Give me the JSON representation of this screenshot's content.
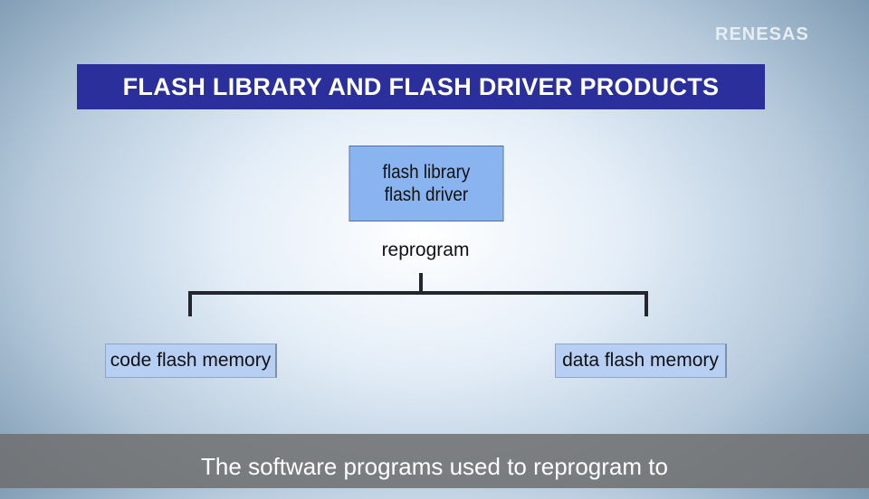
{
  "logo": "RENESAS",
  "title": "FLASH LIBRARY AND FLASH DRIVER PRODUCTS",
  "diagram": {
    "top_box": {
      "line1": "flash library",
      "line2": "flash driver"
    },
    "edge_label": "reprogram",
    "children": [
      "code flash memory",
      "data flash memory"
    ]
  },
  "subtitle": "The software programs used to reprogram to"
}
